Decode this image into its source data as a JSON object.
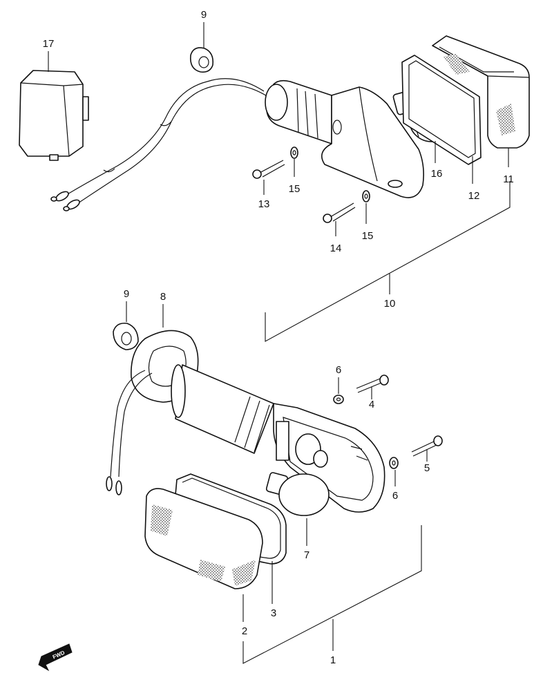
{
  "labels": {
    "p1": "1",
    "p2": "2",
    "p3": "3",
    "p4": "4",
    "p5": "5",
    "p6a": "6",
    "p6b": "6",
    "p7": "7",
    "p8": "8",
    "p9a": "9",
    "p9b": "9",
    "p10": "10",
    "p11": "11",
    "p12": "12",
    "p13": "13",
    "p14": "14",
    "p15a": "15",
    "p15b": "15",
    "p16": "16",
    "p17": "17"
  },
  "fwd_badge": "FWD"
}
